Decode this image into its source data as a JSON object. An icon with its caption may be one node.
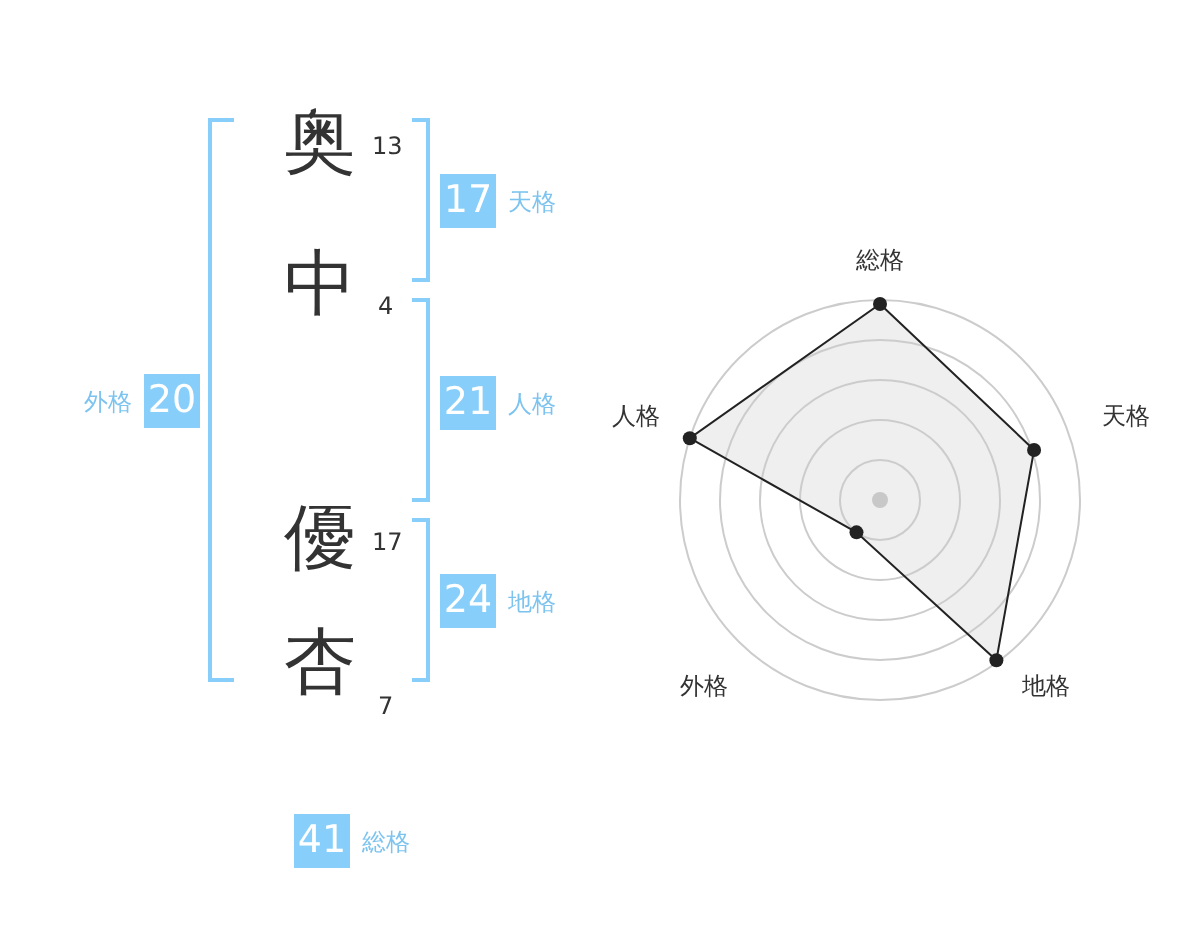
{
  "diagram": {
    "nodes": [
      {
        "text": [
          "17"
        ],
        "beside": [
          "天格"
        ]
      },
      {
        "text": [
          "20"
        ],
        "beside": [
          "外格"
        ]
      },
      {
        "text": [
          "21"
        ],
        "beside": [
          "人格"
        ]
      },
      {
        "text": [
          "24"
        ],
        "beside": [
          "地格"
        ]
      },
      {
        "text": [
          "41"
        ],
        "beside": [
          "総格"
        ]
      }
    ],
    "labels": [
      "奥",
      "13",
      "中",
      "4",
      "優",
      "17",
      "杏",
      "7",
      "総格",
      "人格",
      "天格",
      "外格",
      "地格"
    ]
  }
}
